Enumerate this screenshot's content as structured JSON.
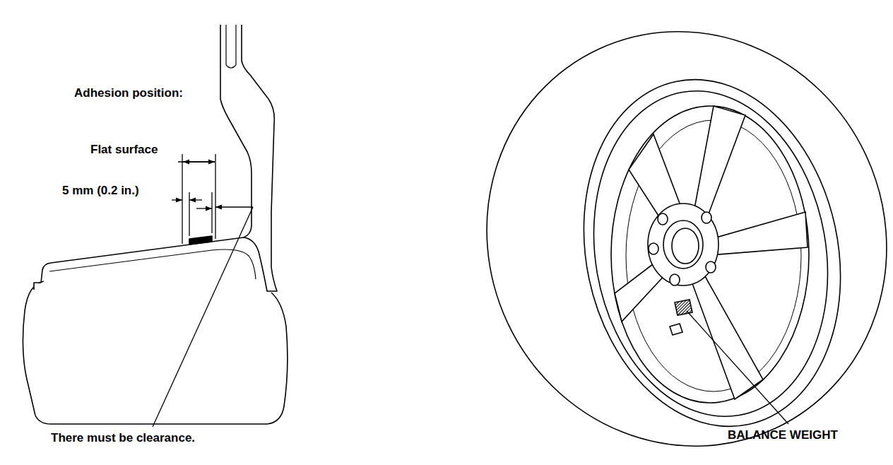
{
  "diagram": {
    "labels": [
      "Adhesion position:",
      "Flat surface",
      "5 mm (0.2 in.)",
      "There must be clearance.",
      "BALANCE WEIGHT"
    ]
  }
}
